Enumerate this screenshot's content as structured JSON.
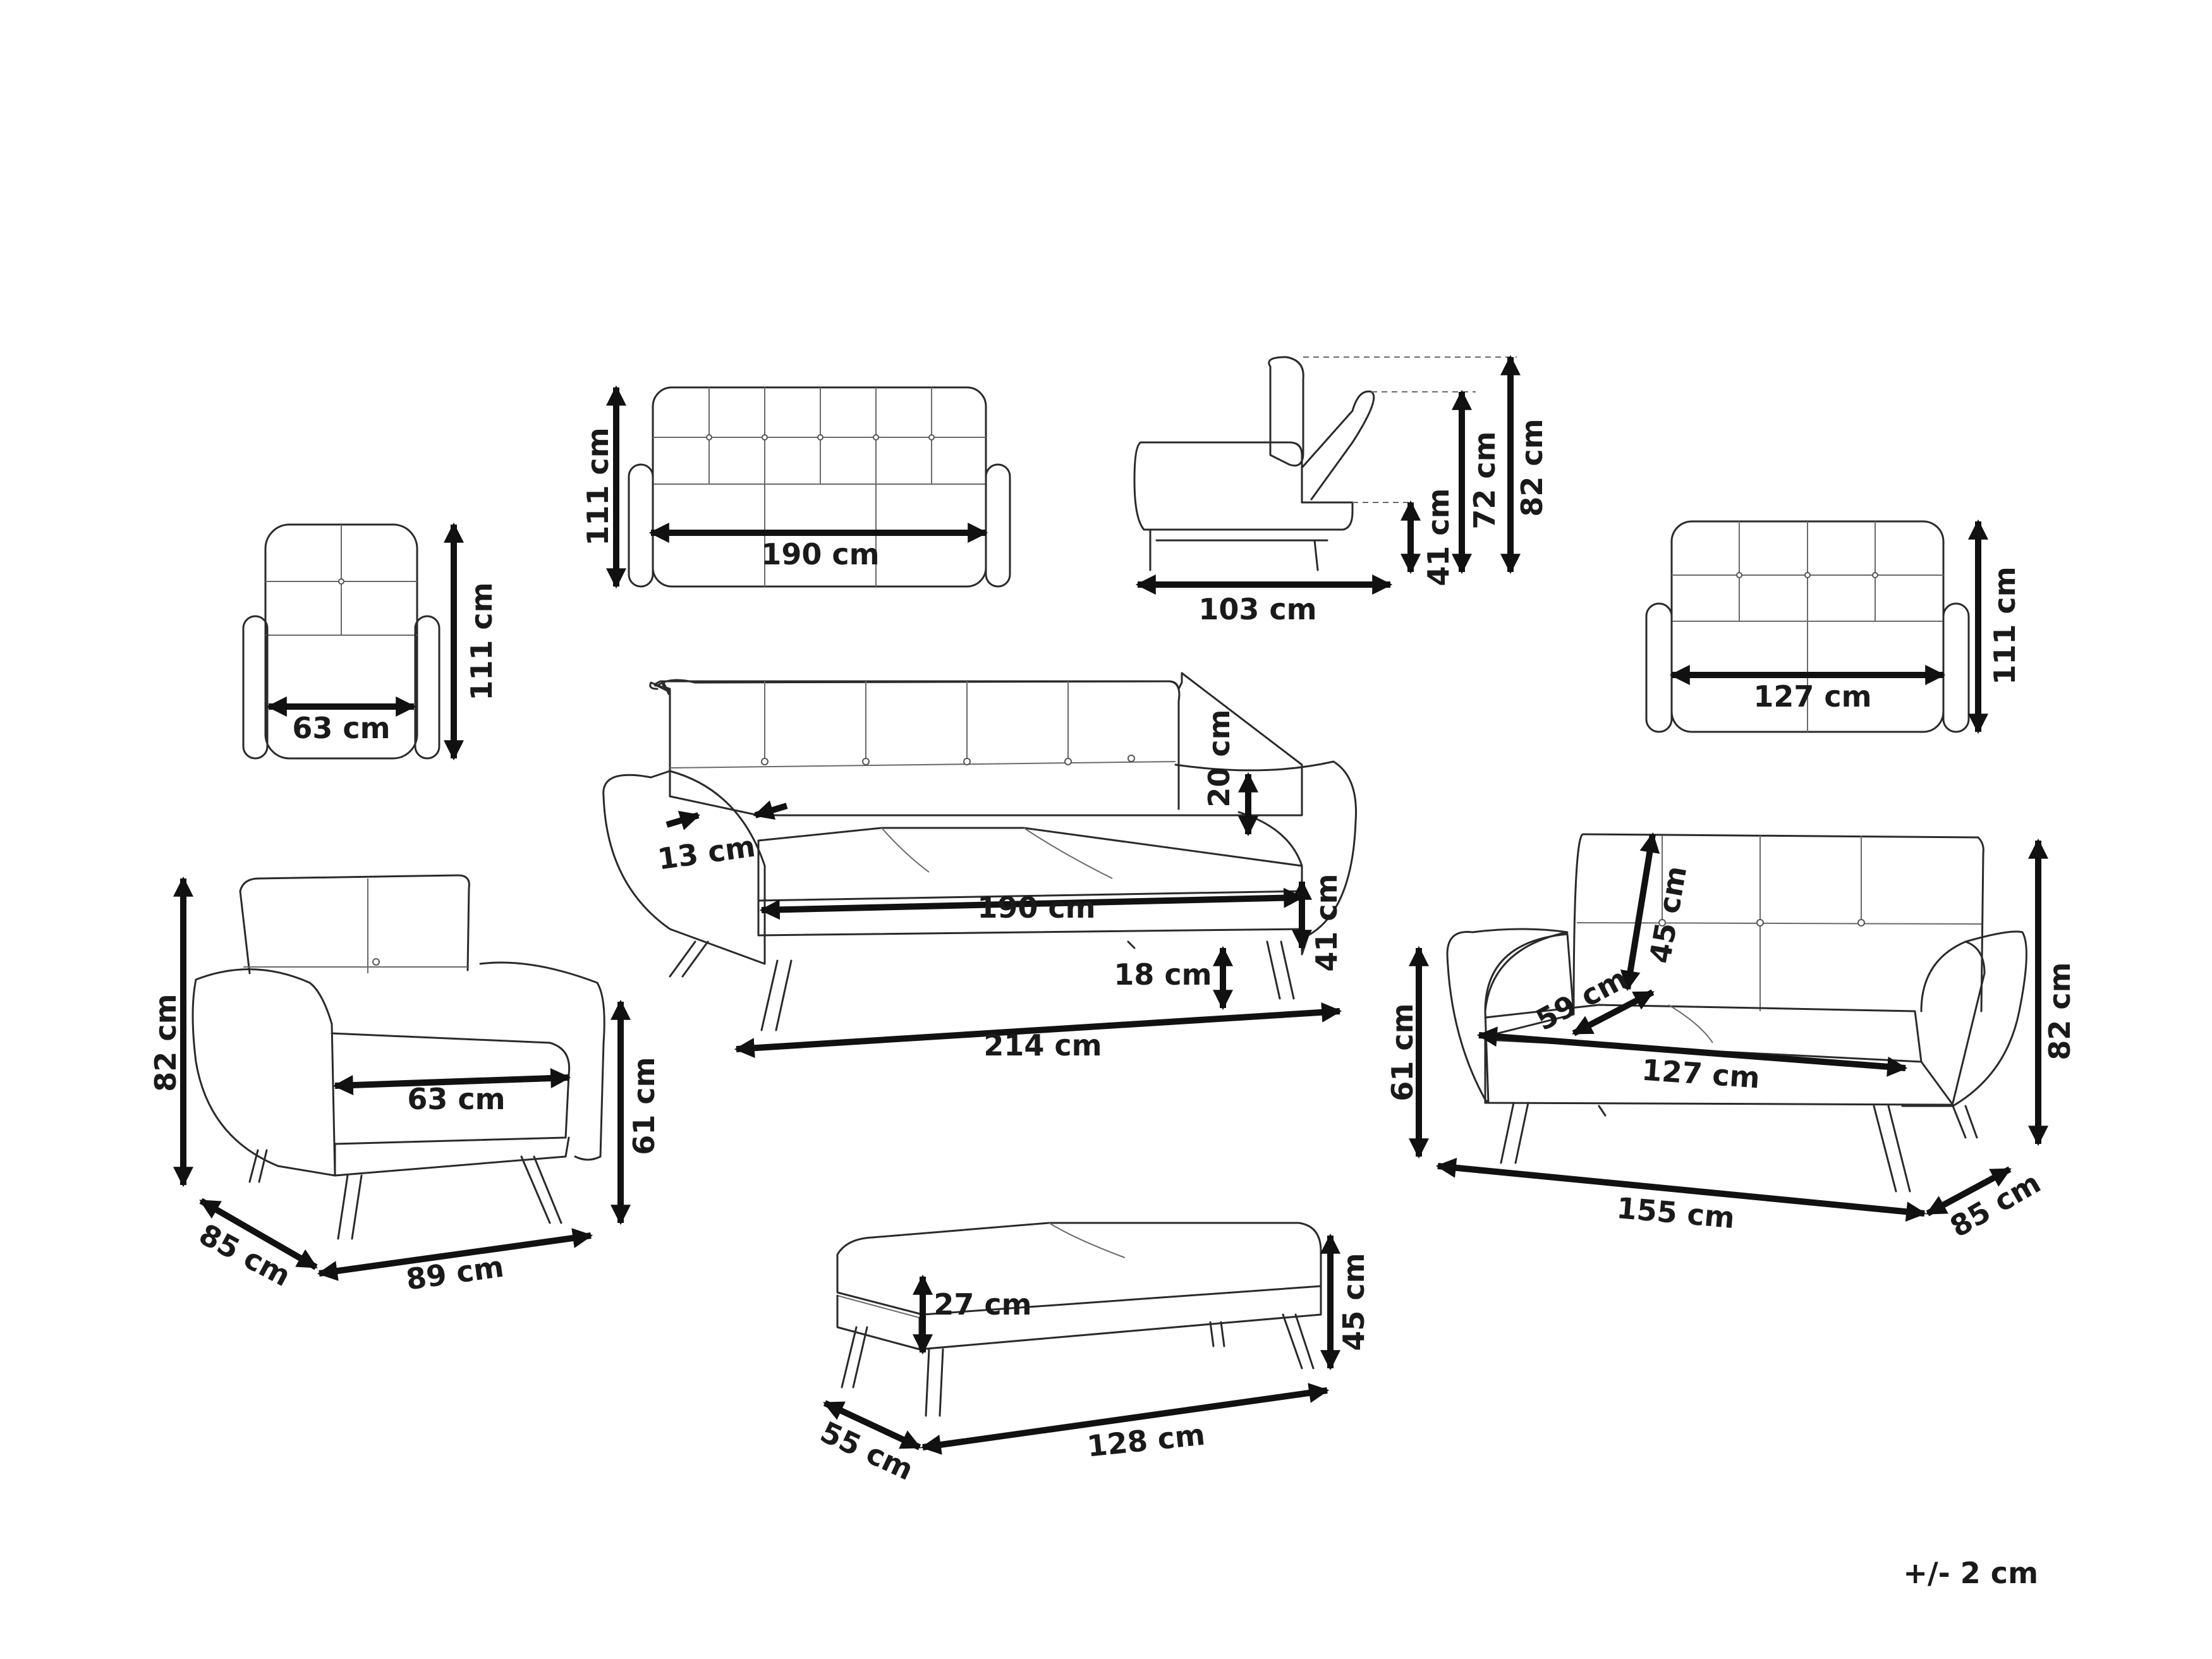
{
  "dimensions": {
    "armchair_front_width": "63 cm",
    "armchair_front_height": "111 cm",
    "sofa_bed_front_width": "190 cm",
    "sofa_bed_front_height": "111 cm",
    "sofa_bed_side_depth": "103 cm",
    "sofa_bed_side_seat_height": "41 cm",
    "sofa_bed_side_back_height": "72 cm",
    "sofa_bed_side_total_height": "82 cm",
    "loveseat_front_width": "127 cm",
    "loveseat_front_height": "111 cm",
    "sofa_armrest_width": "13 cm",
    "sofa_backrest_height": "20 cm",
    "sofa_seat_width": "190 cm",
    "sofa_seat_height": "41 cm",
    "sofa_leg_height": "18 cm",
    "sofa_total_width": "214 cm",
    "armchair_height": "82 cm",
    "armchair_seat_width": "63 cm",
    "armchair_seat_height": "61 cm",
    "armchair_depth": "85 cm",
    "armchair_width": "89 cm",
    "loveseat_backrest_height": "45 cm",
    "loveseat_seat_depth": "59 cm",
    "loveseat_seat_width": "127 cm",
    "loveseat_seat_height": "61 cm",
    "loveseat_total_height": "82 cm",
    "loveseat_width": "155 cm",
    "loveseat_depth": "85 cm",
    "ottoman_inner_height": "27 cm",
    "ottoman_height": "45 cm",
    "ottoman_depth": "55 cm",
    "ottoman_width": "128 cm"
  },
  "tolerance": "+/- 2 cm"
}
